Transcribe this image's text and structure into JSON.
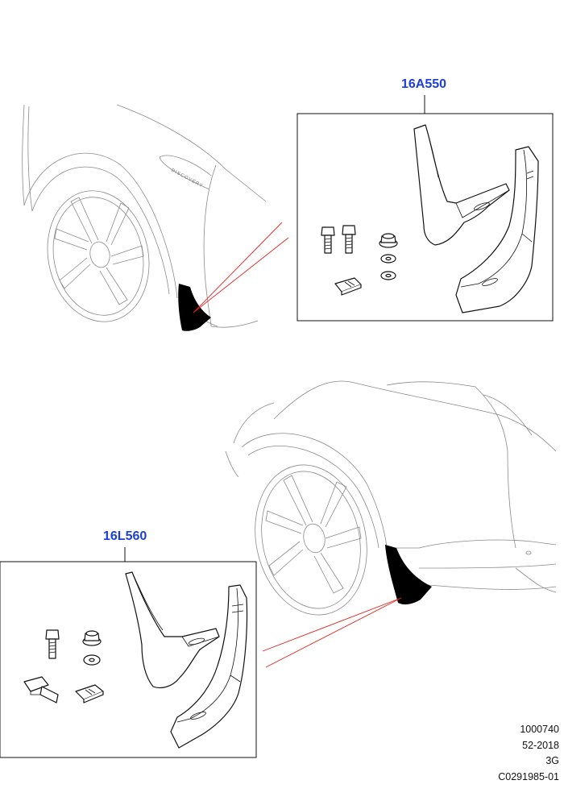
{
  "callouts": {
    "front_kit": "16A550",
    "rear_kit": "16L560"
  },
  "badge_text": "DISCOVERY",
  "footer": {
    "line1": "1000740",
    "line2": "52-2018",
    "line3": "3G",
    "line4": "C0291985-01"
  },
  "colors": {
    "callout": "#1c3fd6",
    "leader": "#e3231b",
    "outline": "#111111",
    "vehicle_line": "#8a8a8a"
  }
}
